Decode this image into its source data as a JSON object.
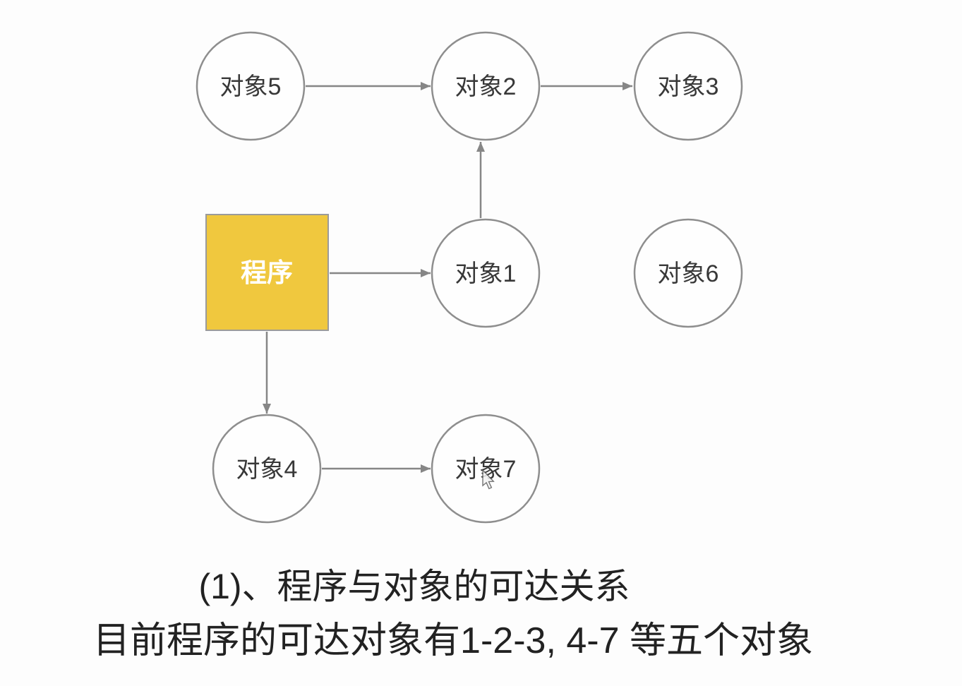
{
  "diagram": {
    "program": {
      "label": "程序",
      "fill": "#F0C83E",
      "text_color": "#ffffff"
    },
    "nodes": [
      {
        "id": "obj5",
        "label": "对象5"
      },
      {
        "id": "obj2",
        "label": "对象2"
      },
      {
        "id": "obj3",
        "label": "对象3"
      },
      {
        "id": "obj1",
        "label": "对象1"
      },
      {
        "id": "obj6",
        "label": "对象6"
      },
      {
        "id": "obj4",
        "label": "对象4"
      },
      {
        "id": "obj7",
        "label": "对象7"
      }
    ],
    "edges": [
      {
        "from": "对象5",
        "to": "对象2"
      },
      {
        "from": "对象2",
        "to": "对象3"
      },
      {
        "from": "对象1",
        "to": "对象2"
      },
      {
        "from": "程序",
        "to": "对象1"
      },
      {
        "from": "程序",
        "to": "对象4"
      },
      {
        "from": "对象4",
        "to": "对象7"
      }
    ],
    "colors": {
      "edge_stroke": "#868686",
      "node_stroke": "#8e8e8e",
      "node_fill": "#fefefe",
      "node_text": "#383838"
    }
  },
  "caption": {
    "line1": "(1)、程序与对象的可达关系",
    "line2": "目前程序的可达对象有1-2-3, 4-7 等五个对象"
  }
}
